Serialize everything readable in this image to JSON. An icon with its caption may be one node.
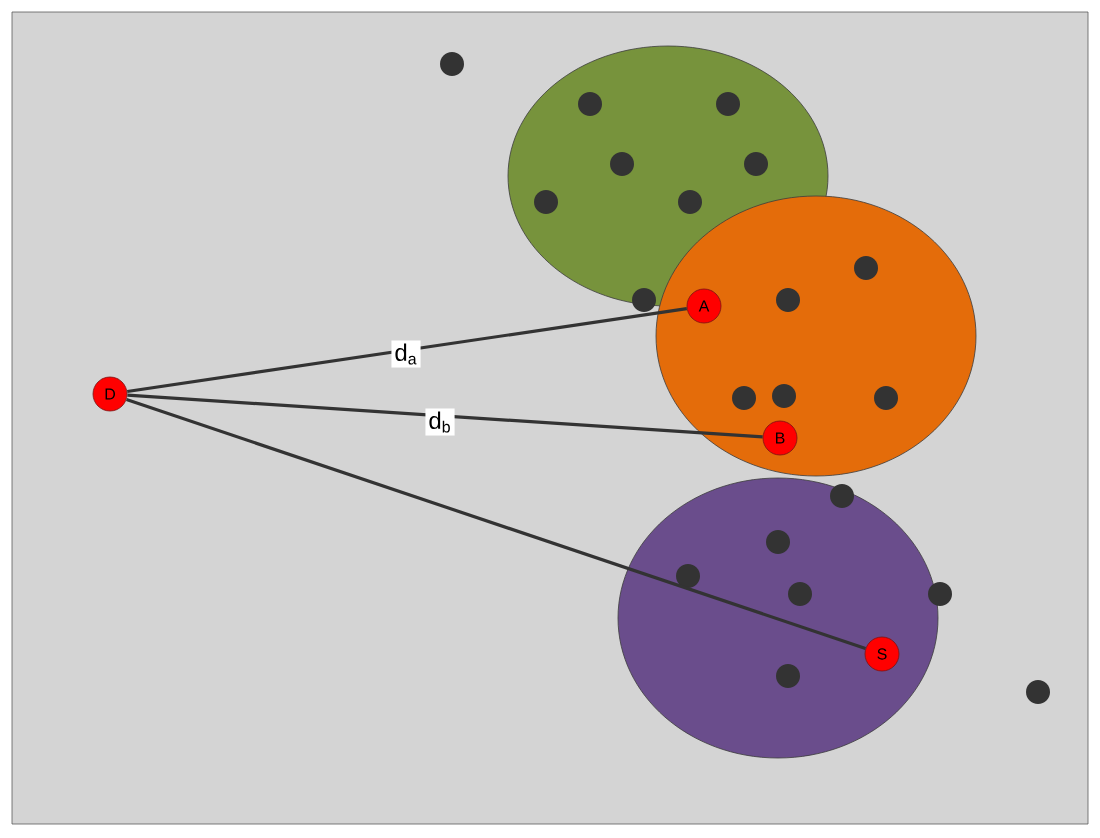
{
  "diagram": {
    "nodes": [
      {
        "text": [
          "D"
        ]
      },
      {
        "text": [
          "A"
        ]
      },
      {
        "text": [
          "B"
        ]
      },
      {
        "text": [
          "S"
        ]
      }
    ],
    "edges": [
      {
        "from": 0,
        "to": 1,
        "arrow": "none",
        "label": "d$_{a}$"
      },
      {
        "from": 0,
        "to": 2,
        "arrow": "none",
        "label": "d$_{b}$"
      },
      {
        "from": 0,
        "to": 3,
        "arrow": "none"
      }
    ]
  }
}
